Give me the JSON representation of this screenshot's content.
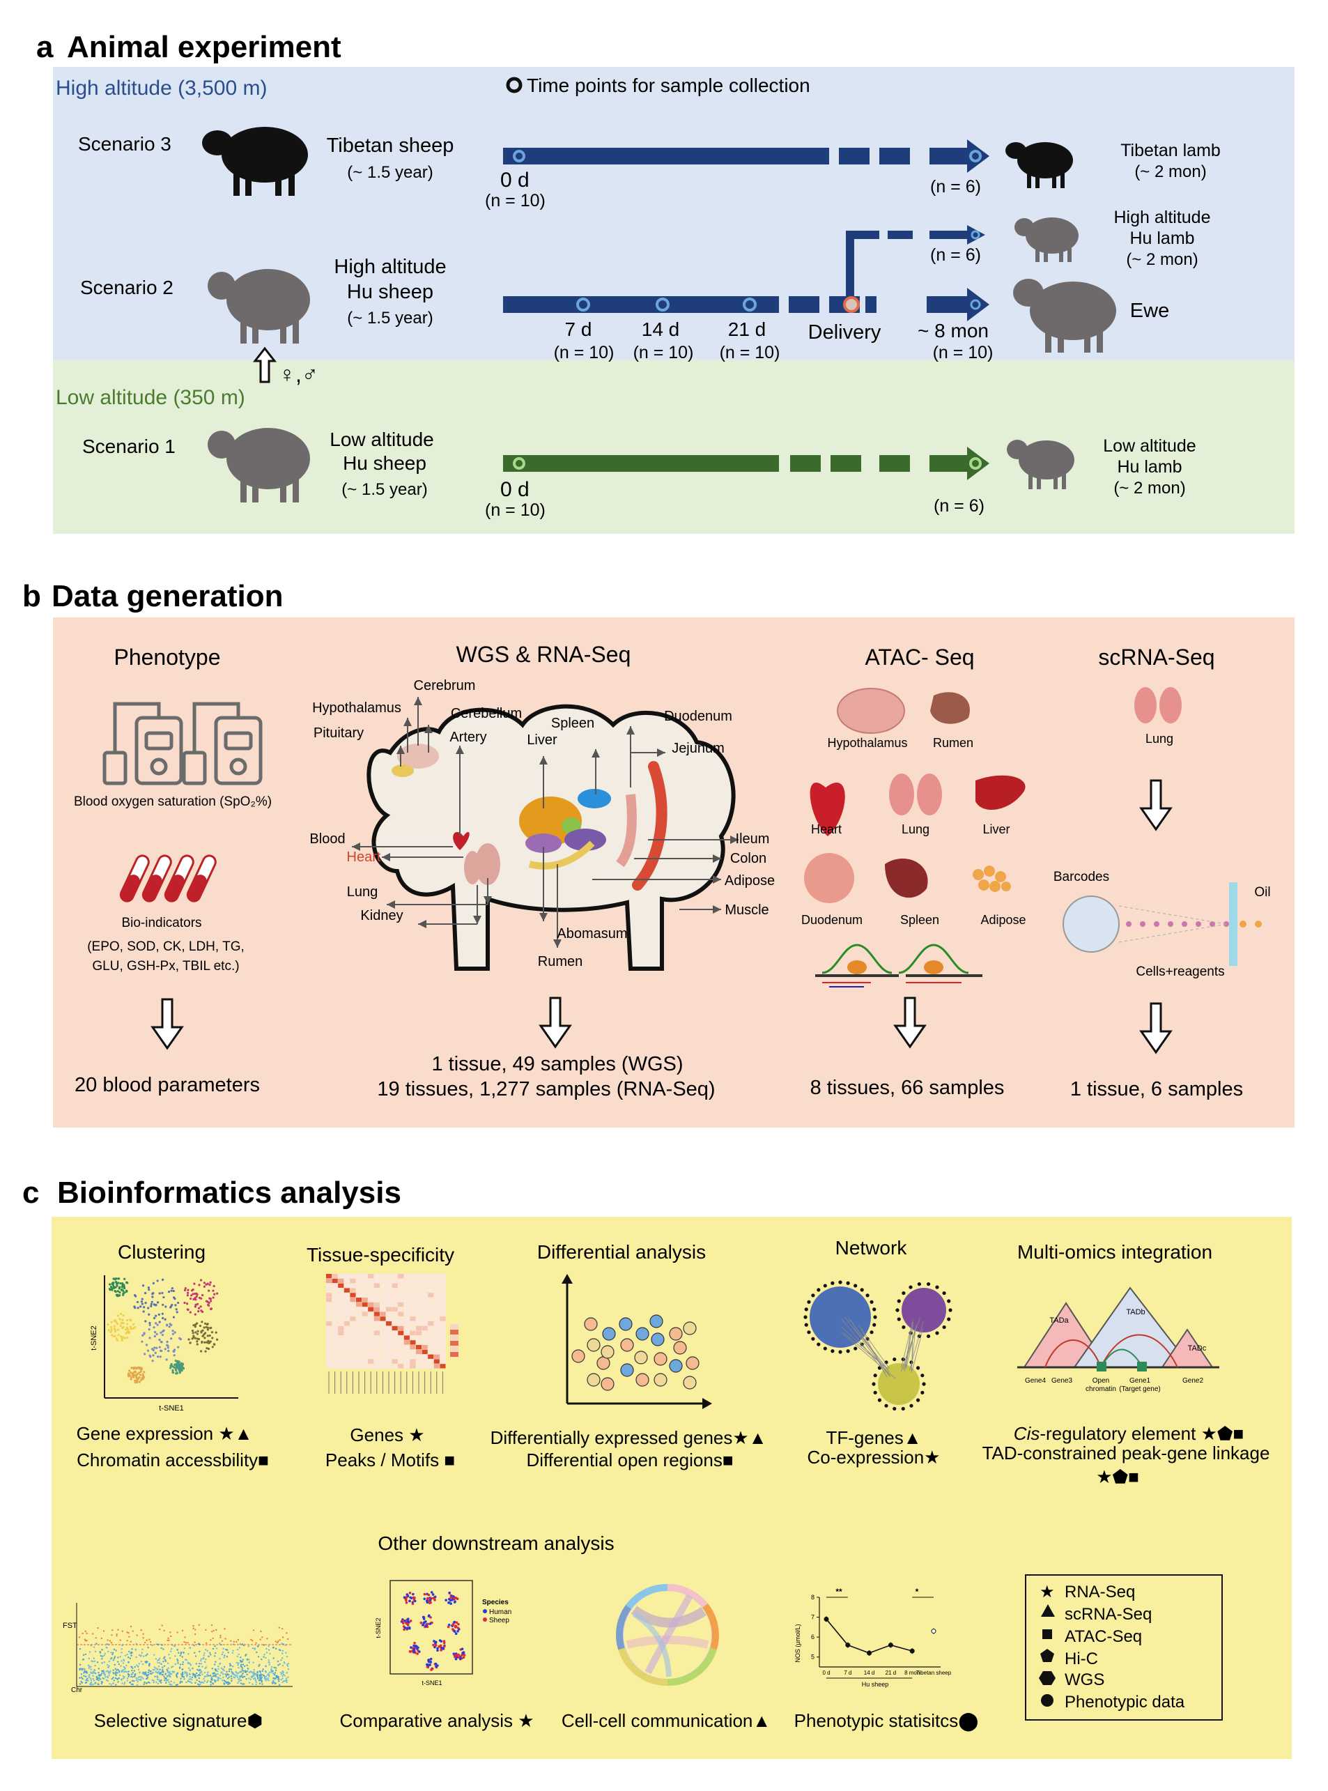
{
  "panel_a": {
    "letter": "a",
    "title": "Animal experiment",
    "high_label": "High altitude (3,500 m)",
    "low_label": "Low altitude (350 m)",
    "legend": "Time points for sample collection",
    "s3": {
      "label": "Scenario 3",
      "animal": "Tibetan sheep",
      "age": "(~ 1.5 year)",
      "t0": "0 d",
      "n0": "(n = 10)",
      "n_end": "(n = 6)",
      "lamb1": "Tibetan lamb",
      "lamb2": "(~ 2 mon)"
    },
    "s2": {
      "label": "Scenario 2",
      "animal1": "High altitude",
      "animal2": "Hu sheep",
      "age": "(~ 1.5 year)",
      "tp1": "7 d",
      "tp2": "14 d",
      "tp3": "21 d",
      "delivery": "Delivery",
      "tp5": "~ 8 mon",
      "n1": "(n = 10)",
      "n2": "(n = 10)",
      "n3": "(n = 10)",
      "n5": "(n = 10)",
      "n_lamb": "(n = 6)",
      "lamb1": "High altitude",
      "lamb2": "Hu lamb",
      "lamb3": "(~ 2 mon)",
      "ewe": "Ewe",
      "sex": "♀,♂"
    },
    "s1": {
      "label": "Scenario 1",
      "animal1": "Low altitude",
      "animal2": "Hu sheep",
      "age": "(~ 1.5 year)",
      "t0": "0 d",
      "n0": "(n = 10)",
      "n_end": "(n = 6)",
      "lamb1": "Low altitude",
      "lamb2": "Hu lamb",
      "lamb3": "(~ 2 mon)"
    }
  },
  "panel_b": {
    "letter": "b",
    "title": "Data generation",
    "phenotype": {
      "title": "Phenotype",
      "spo2": "Blood oxygen saturation (SpO₂%)",
      "bio": "Bio-indicators",
      "bio_list1": "(EPO, SOD, CK, LDH, TG,",
      "bio_list2": "GLU, GSH-Px, TBIL etc.)",
      "result": "20 blood parameters"
    },
    "wgs": {
      "title": "WGS & RNA-Seq",
      "result1": "1 tissue,  49 samples (WGS)",
      "result2": "19 tissues, 1,277 samples (RNA-Seq)",
      "tissues": {
        "cerebrum": "Cerebrum",
        "hypothalamus": "Hypothalamus",
        "cerebellum": "Cerebellum",
        "pituitary": "Pituitary",
        "artery": "Artery",
        "liver": "Liver",
        "spleen": "Spleen",
        "duodenum": "Duodenum",
        "jejunum": "Jejunum",
        "blood": "Blood",
        "heart": "Heart",
        "lung": "Lung",
        "kidney": "Kidney",
        "ileum": "Ileum",
        "colon": "Colon",
        "adipose": "Adipose",
        "muscle": "Muscle",
        "abomasum": "Abomasum",
        "rumen": "Rumen"
      }
    },
    "atac": {
      "title": "ATAC- Seq",
      "t1": "Hypothalamus",
      "t2": "Rumen",
      "t3": "Heart",
      "t4": "Lung",
      "t5": "Liver",
      "t6": "Duodenum",
      "t7": "Spleen",
      "t8": "Adipose",
      "result": "8 tissues, 66 samples"
    },
    "scrna": {
      "title": "scRNA-Seq",
      "lung": "Lung",
      "barcodes": "Barcodes",
      "oil": "Oil",
      "cells": "Cells+reagents",
      "result": "1 tissue, 6 samples"
    }
  },
  "panel_c": {
    "letter": "c",
    "title": "Bioinformatics analysis",
    "clustering": {
      "title": "Clustering",
      "l1": "Gene expression ★▲",
      "l2": "Chromatin accessbility■",
      "xaxis": "t-SNE1",
      "yaxis": "t-SNE2"
    },
    "tissue": {
      "title": "Tissue-specificity",
      "l1": "Genes ★",
      "l2": "Peaks / Motifs ■"
    },
    "diff": {
      "title": "Differential analysis",
      "l1": "Differentially expressed genes★▲",
      "l2": "Differential open regions■"
    },
    "network": {
      "title": "Network",
      "l1": "TF-genes▲",
      "l2": "Co-expression★"
    },
    "multi": {
      "title": "Multi-omics integration",
      "l1_italic": "Cis",
      "l1_rest": "-regulatory element ★⬟■",
      "l2": "TAD-constrained peak-gene linkage",
      "l3": "★⬟■",
      "tad_a": "TADa",
      "tad_b": "TADb",
      "tad_c": "TADc",
      "g4": "Gene4",
      "g3": "Gene3",
      "open": "Open",
      "chromatin": "chromatin",
      "g1": "Gene1",
      "target": "(Target gene)",
      "g2": "Gene2"
    },
    "other_title": "Other downstream analysis",
    "sel": {
      "label": "Selective signature⬢",
      "chr": "Chr",
      "yaxis": "FST"
    },
    "comp": {
      "label": "Comparative analysis ★",
      "legend_title": "Species",
      "human": "Human",
      "sheep": "Sheep",
      "xaxis": "t-SNE1",
      "yaxis": "t-SNE2"
    },
    "cell": {
      "label": "Cell-cell communication▲"
    },
    "pheno": {
      "label": "Phenotypic statisitcs⬤",
      "yaxis": "NOS (μmol/L)",
      "xaxis": "Hu sheep",
      "sig1": "**",
      "sig2": "*",
      "ticks": [
        "0 d",
        "7 d",
        "14 d",
        "21 d",
        "8 mon",
        "Tibetan sheep"
      ],
      "values": [
        6.9,
        5.6,
        5.2,
        5.6,
        5.3,
        6.3
      ],
      "ylim": [
        4.5,
        8
      ]
    },
    "legend": {
      "rna": "RNA-Seq",
      "scrna": "scRNA-Seq",
      "atac": "ATAC-Seq",
      "hic": "Hi-C",
      "wgs": "WGS",
      "pheno": "Phenotypic data"
    }
  },
  "colors": {
    "high_bg": "#dbe5f3",
    "low_bg": "#e3efd6",
    "b_bg": "#f9dccb",
    "c_bg": "#f8ef9f",
    "navy": "#1f3d7a",
    "green": "#3a6a2c",
    "high_text": "#2a4d8f",
    "low_text": "#4a7b2f"
  }
}
